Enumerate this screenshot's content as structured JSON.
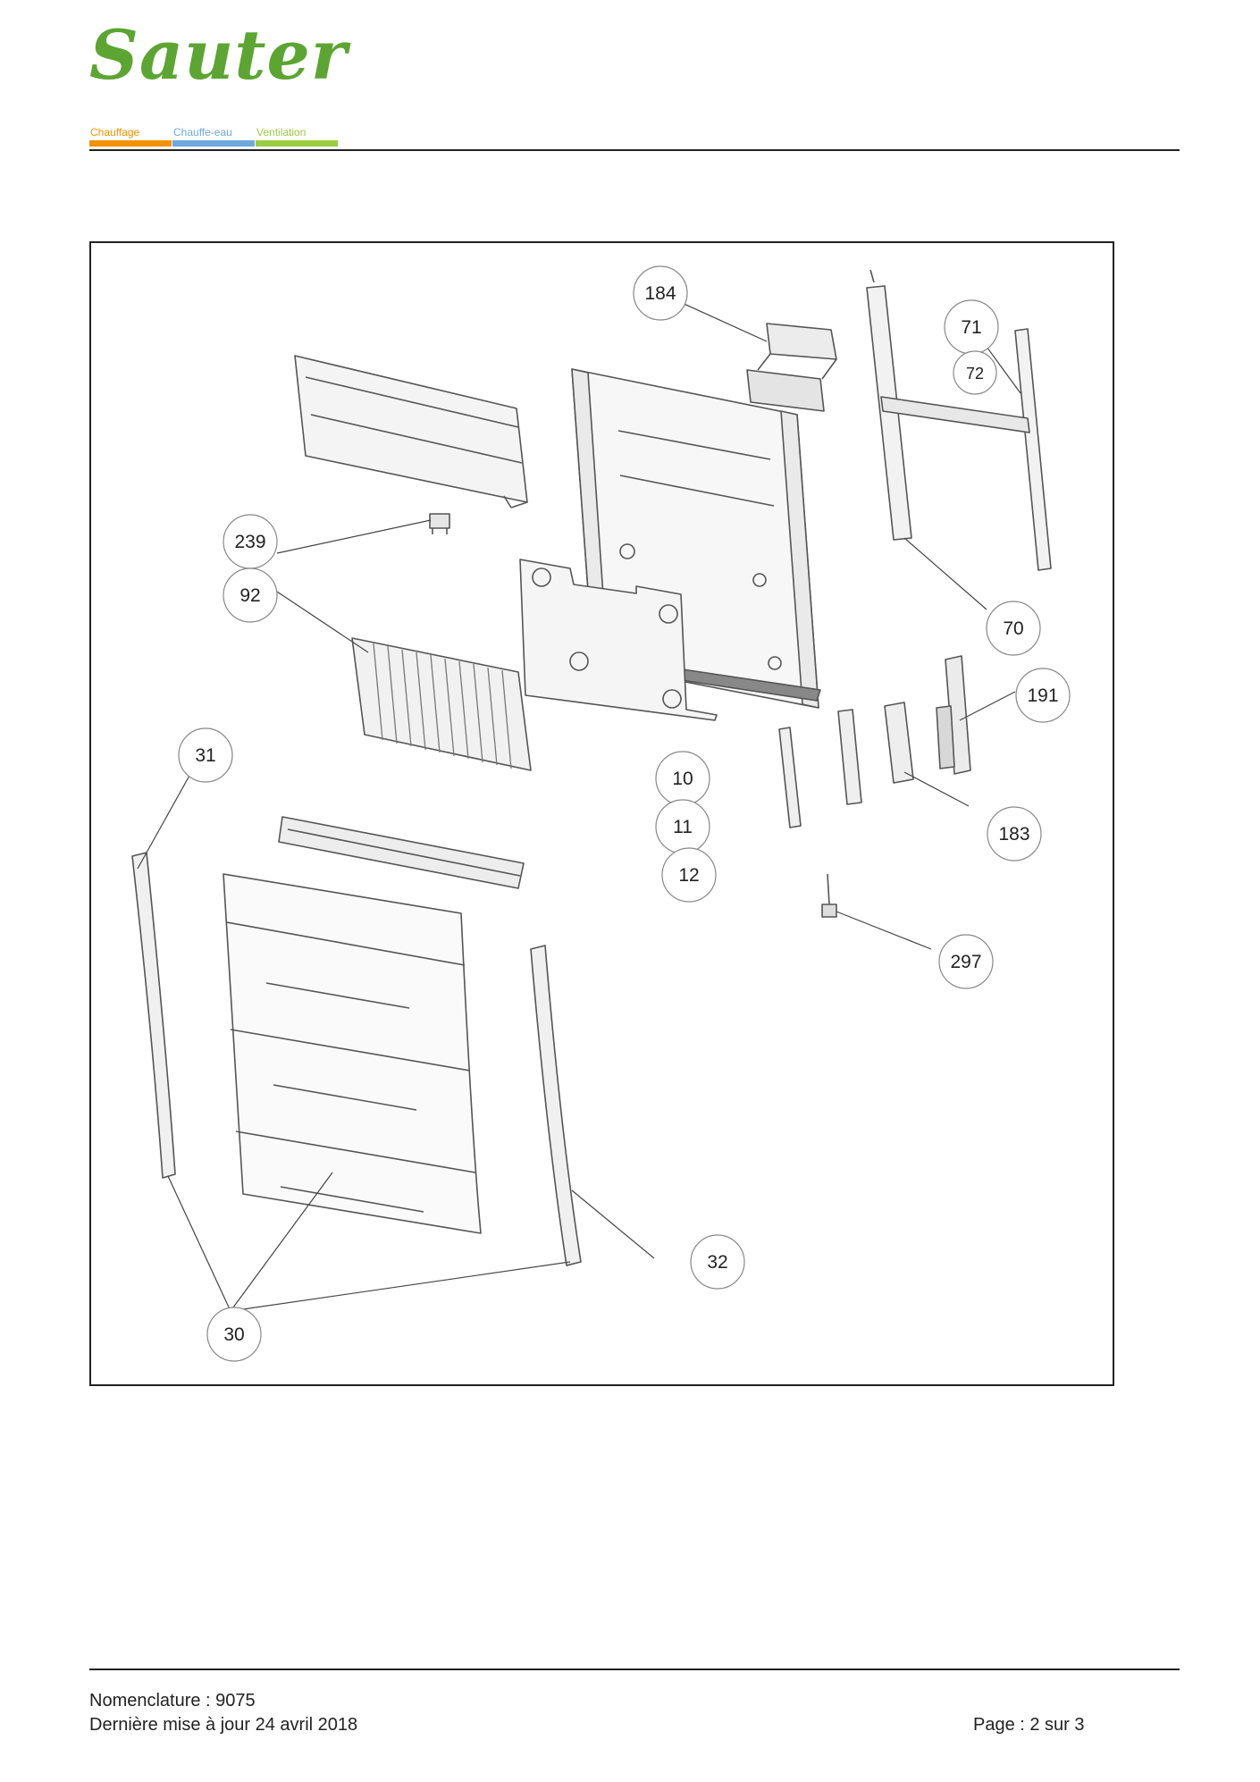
{
  "brand": {
    "logo_text": "Sauter",
    "color": "#5ca532"
  },
  "categories": [
    {
      "label": "Chauffage",
      "color": "#f39200"
    },
    {
      "label": "Chauffe-eau",
      "color": "#6fa8dc"
    },
    {
      "label": "Ventilation",
      "color": "#9ccc43"
    }
  ],
  "callouts": [
    "184",
    "71",
    "72",
    "239",
    "92",
    "70",
    "191",
    "31",
    "10",
    "11",
    "12",
    "183",
    "297",
    "32",
    "30"
  ],
  "footer": {
    "nomenclature": "Nomenclature : 9075",
    "updated": "Dernière mise à jour 24 avril 2018",
    "page": "Page : 2 sur 3"
  }
}
